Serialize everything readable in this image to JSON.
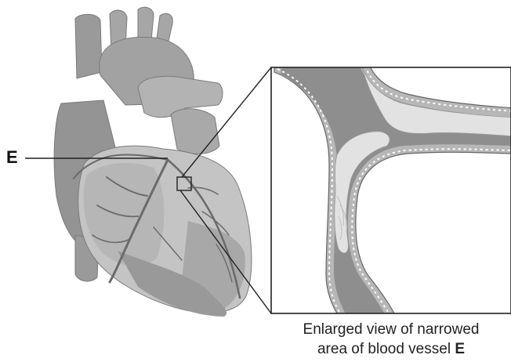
{
  "diagram": {
    "vessel_label": "E",
    "caption_line1": "Enlarged view of narrowed",
    "caption_line2_prefix": "area of blood vessel ",
    "caption_line2_label": "E"
  },
  "colors": {
    "heart_dark": "#8c8c8c",
    "heart_mid": "#a8a8a8",
    "heart_light": "#c8c8c8",
    "vessel_wall": "#b9b9b9",
    "blood": "#8e8e8e",
    "plaque": "#e2e2e2",
    "outline": "#222222"
  }
}
